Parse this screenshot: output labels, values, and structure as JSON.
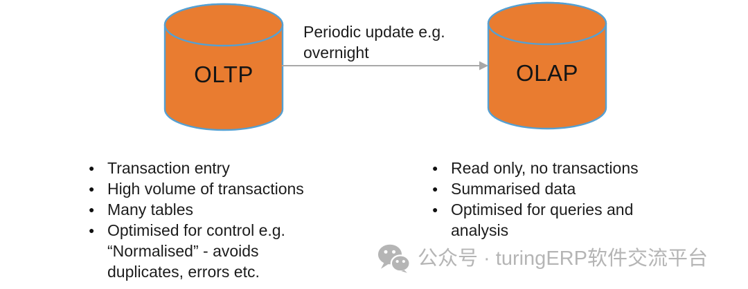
{
  "colors": {
    "cylinder_fill": "#E97C30",
    "cylinder_stroke": "#55A0D2",
    "arrow": "#A8A8A8",
    "text": "#1C1C1C",
    "watermark": "#B5B5B5"
  },
  "diagram": {
    "nodes": [
      {
        "id": "oltp",
        "label": "OLTP"
      },
      {
        "id": "olap",
        "label": "OLAP"
      }
    ],
    "arrow_label": "Periodic update e.g. overnight"
  },
  "lists": {
    "oltp": [
      "Transaction entry",
      "High volume of transactions",
      "Many tables",
      "Optimised for control e.g. “Normalised” - avoids duplicates, errors etc."
    ],
    "olap": [
      "Read only, no transactions",
      "Summarised data",
      "Optimised for queries and analysis"
    ]
  },
  "watermark": {
    "icon": "wechat-icon",
    "text": "公众号 · turingERP软件交流平台"
  }
}
